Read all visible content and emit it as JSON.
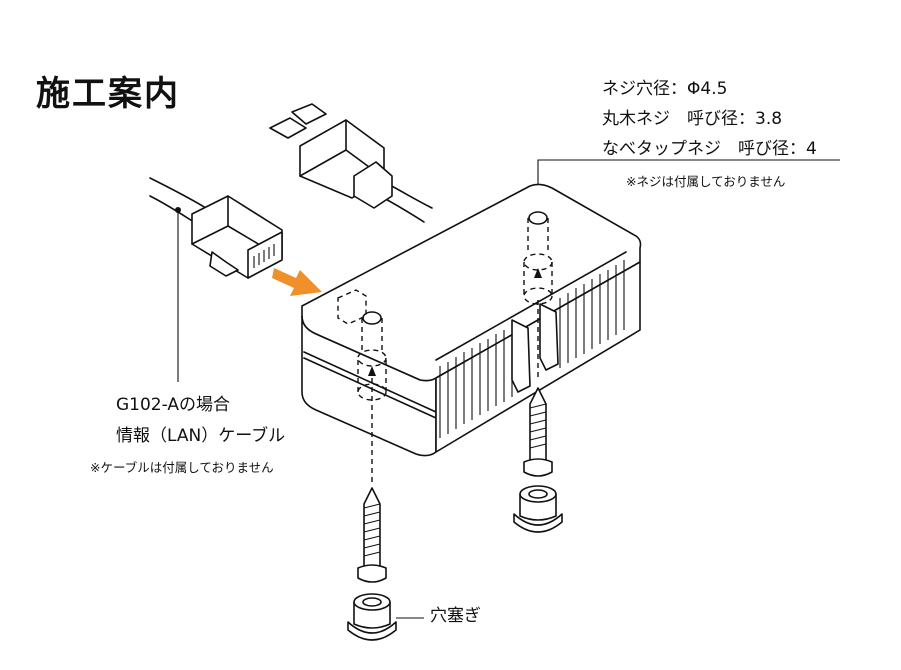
{
  "title": "施工案内",
  "screw_specs": {
    "hole_diameter": "ネジ穴径：Φ4.5",
    "round_wood_screw": "丸木ネジ　呼び径：3.8",
    "tapping_screw": "なべタップネジ　呼び径：4",
    "note": "※ネジは付属しておりません"
  },
  "lan": {
    "model_line": "G102-Aの場合",
    "cable_line": "情報（LAN）ケーブル",
    "note": "※ケーブルは付属しておりません"
  },
  "hole_plug_label": "穴塞ぎ",
  "colors": {
    "arrow": "#F0902A",
    "line": "#111111",
    "background": "#FFFFFF"
  },
  "icons": [
    "power-plug-icon",
    "lan-connector-icon",
    "screw-icon",
    "hole-plug-icon",
    "insert-arrow-icon"
  ]
}
